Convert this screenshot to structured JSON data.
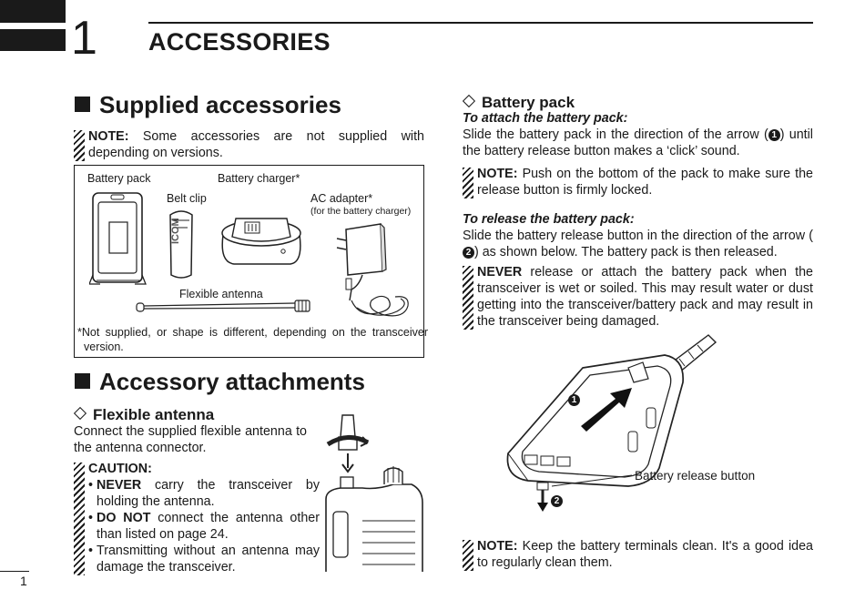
{
  "header": {
    "chapter_number": "1",
    "chapter_title": "ACCESSORIES"
  },
  "supplied": {
    "heading": "Supplied accessories",
    "note_label": "NOTE:",
    "note_text": " Some accessories are not supplied with depending on versions.",
    "labels": {
      "battery_pack": "Battery pack",
      "battery_charger": "Battery charger*",
      "belt_clip": "Belt clip",
      "ac_adapter": "AC adapter*",
      "ac_adapter_sub": "(for the battery charger)",
      "flexible_antenna": "Flexible antenna"
    },
    "belt_clip_logo": "ICOM",
    "footnote": "*Not supplied, or shape is different, depending on the transceiver version."
  },
  "attachments": {
    "heading": "Accessory attachments",
    "antenna": {
      "heading": "Flexible antenna",
      "text": "Connect the supplied flexible antenna to the antenna connector.",
      "caution_label": "CAUTION:",
      "items": [
        {
          "bold": "NEVER",
          "text": " carry the transceiver by holding the antenna."
        },
        {
          "bold": "DO NOT",
          "text": " connect the antenna other than listed on page 24."
        },
        {
          "bold": "",
          "text": "Transmitting without an antenna may damage the transceiver."
        }
      ]
    }
  },
  "battery": {
    "heading": "Battery pack",
    "attach_title": "To attach the battery pack:",
    "attach_text_1": "Slide the battery pack in the direction of the arrow (",
    "attach_marker": "1",
    "attach_text_2": ") until the battery release button makes a ‘click’ sound.",
    "note1_label": "NOTE:",
    "note1_text": " Push on the bottom of the pack to make sure the release button is firmly locked.",
    "release_title": "To release the battery pack:",
    "release_text_1": "Slide the battery release button in the direction of the arrow (",
    "release_marker": "2",
    "release_text_2": ") as shown below. The battery pack is then released.",
    "warning_bold": "NEVER",
    "warning_text": " release or attach the battery pack when the transceiver is wet or soiled. This may result water or dust getting into the transceiver/battery pack and may result in the transceiver being damaged.",
    "diagram_label": "Battery release button",
    "marker_1": "1",
    "marker_2": "2",
    "note2_label": "NOTE:",
    "note2_text": " Keep the battery terminals clean. It's a good idea to regularly clean them."
  },
  "footer": {
    "page_number": "1"
  }
}
